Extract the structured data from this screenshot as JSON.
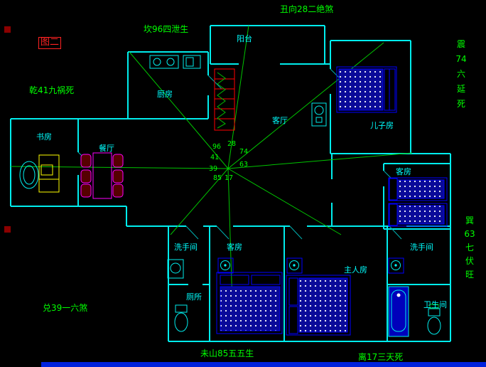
{
  "colors": {
    "background": "#000000",
    "wall": "#00eded",
    "annotation_green": "#00ff00",
    "room_cyan": "#00ffff",
    "figure_red": "#ff2222",
    "furniture_blue": "#0000ff",
    "sofa_red": "#ff0000",
    "dining_magenta": "#ff00ff",
    "desk_yellow": "#ffff00",
    "bottom_bar_blue": "#0022dd"
  },
  "figure": {
    "label": "图二"
  },
  "fengshui_labels": {
    "north_top": "丑向28二绝煞",
    "kan": "坎96四泄生",
    "qian": "乾41九祸死",
    "zhen": "震\n74\n六\n延\n死",
    "xun": "巽\n63\n七\n伏\n旺",
    "dui": "兑39一六煞",
    "wei": "未山85五五生",
    "li": "离17三天死"
  },
  "compass_numbers": {
    "n96": "96",
    "n28": "28",
    "n74": "74",
    "n41": "41",
    "n63": "63",
    "n39": "39",
    "n17": "17",
    "n85": "85"
  },
  "rooms": {
    "balcony": "阳台",
    "kitchen": "厨房",
    "living": "客厅",
    "son": "儿子房",
    "study": "书房",
    "dining": "餐厅",
    "guest_east": "客房",
    "bath_left": "洗手间",
    "guest_south": "客房",
    "master": "主人房",
    "bath_right": "洗手间",
    "toilet": "厕所",
    "bathroom": "卫生间"
  }
}
